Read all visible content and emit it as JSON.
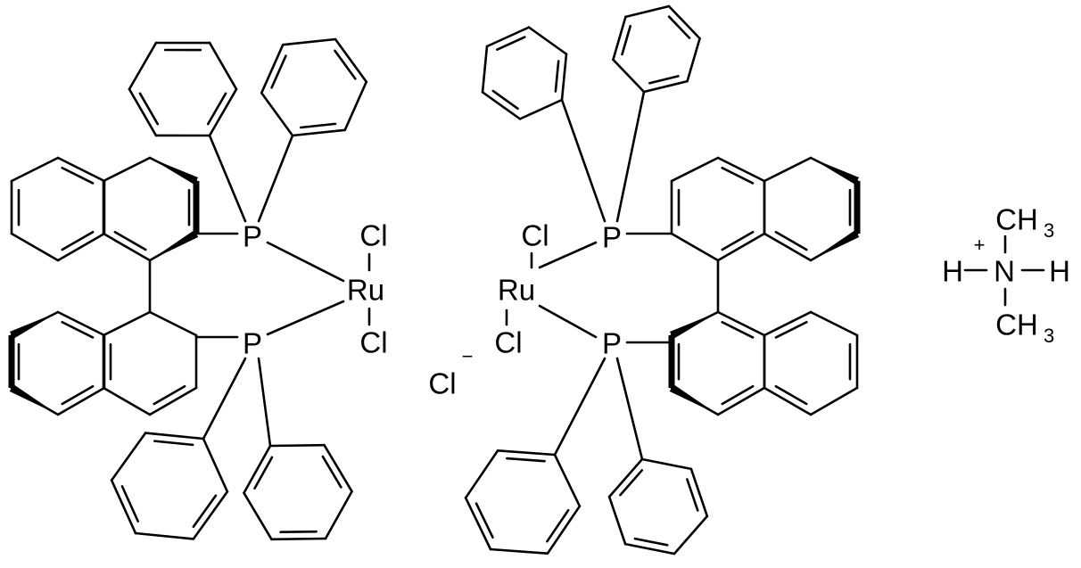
{
  "diagram": {
    "type": "chemical-structure",
    "line_color": "#000000",
    "background": "#ffffff",
    "left_complex": {
      "phosphorus_top": "P",
      "phosphorus_bottom": "P",
      "metal": "Ru",
      "chloride_top": "Cl",
      "chloride_bottom": "Cl"
    },
    "right_complex": {
      "phosphorus_top": "P",
      "phosphorus_bottom": "P",
      "metal": "Ru",
      "chloride_top": "Cl",
      "chloride_bottom": "Cl"
    },
    "counter_anion": {
      "symbol": "Cl",
      "charge": "−"
    },
    "cation": {
      "nitrogen": "N",
      "charge": "+",
      "hydrogen_left": "H",
      "hydrogen_right": "H",
      "methyl_top": "CH",
      "methyl_top_sub": "3",
      "methyl_bottom": "CH",
      "methyl_bottom_sub": "3"
    }
  }
}
